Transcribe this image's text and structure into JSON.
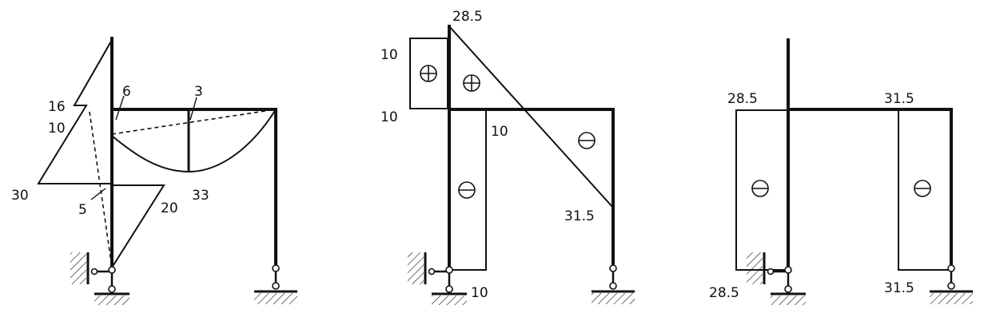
{
  "diagrams": [
    {
      "id": "moment",
      "labels": [
        "16",
        "10",
        "6",
        "3",
        "30",
        "5",
        "20",
        "33"
      ]
    },
    {
      "id": "shear",
      "labels": [
        "28.5",
        "10",
        "10",
        "10",
        "31.5",
        "10"
      ]
    },
    {
      "id": "axial",
      "labels": [
        "28.5",
        "31.5",
        "28.5",
        "31.5"
      ]
    }
  ],
  "signs": {
    "plus": "plus",
    "minus": "minus"
  },
  "colors": {
    "ink": "#111111",
    "background": "#ffffff"
  }
}
